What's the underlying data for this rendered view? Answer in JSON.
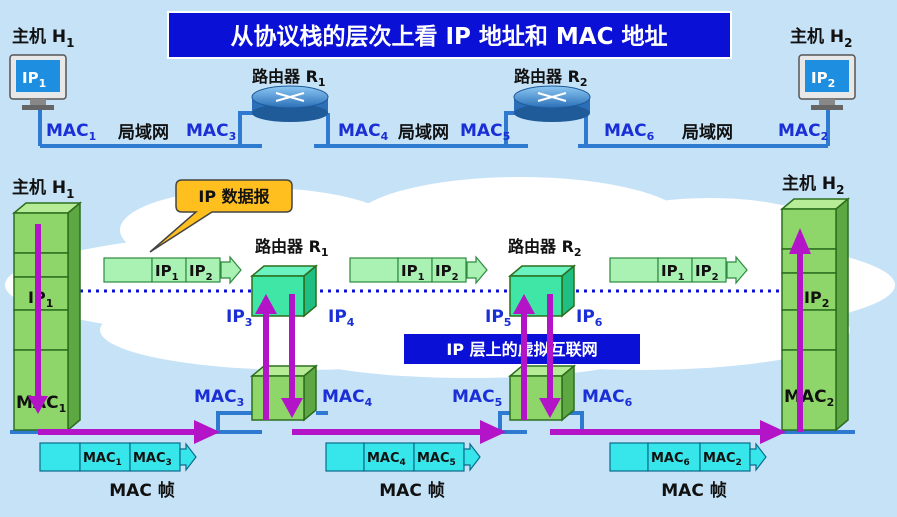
{
  "title": "从协议栈的层次上看 IP 地址和 MAC 地址",
  "top": {
    "host1": {
      "name": "主机 H",
      "sub": "1",
      "ip": "IP",
      "ip_sub": "1"
    },
    "host2": {
      "name": "主机 H",
      "sub": "2",
      "ip": "IP",
      "ip_sub": "2"
    },
    "router1": {
      "name": "路由器 R",
      "sub": "1"
    },
    "router2": {
      "name": "路由器 R",
      "sub": "2"
    },
    "lan": "局域网",
    "mac_prefix": "MAC",
    "mac_subs": {
      "m1": "1",
      "m3": "3",
      "m4": "4",
      "m5": "5",
      "m6": "6",
      "m2": "2"
    }
  },
  "bottom": {
    "host1": {
      "name": "主机 H",
      "sub": "1",
      "ip": "IP",
      "ip_sub": "1",
      "mac": "MAC",
      "mac_sub": "1"
    },
    "host2": {
      "name": "主机 H",
      "sub": "2",
      "ip": "IP",
      "ip_sub": "2",
      "mac": "MAC",
      "mac_sub": "2"
    },
    "router1": {
      "name": "路由器 R",
      "sub": "1"
    },
    "router2": {
      "name": "路由器 R",
      "sub": "2"
    },
    "ip_datagram_callout": "IP 数据报",
    "virtual_net": "IP 层上的虚拟互联网",
    "ip_labels": {
      "ip3": "3",
      "ip4": "4",
      "ip5": "5",
      "ip6": "6"
    },
    "packet": {
      "src": "1",
      "dst": "2"
    },
    "frames": [
      {
        "src": "1",
        "dst": "3"
      },
      {
        "src": "4",
        "dst": "5"
      },
      {
        "src": "6",
        "dst": "2"
      }
    ],
    "frame_label": "MAC 帧"
  },
  "colors": {
    "background": "#c5e2f7",
    "title_bg": "#0b10d6",
    "lan_line": "#2f7ad1",
    "text_blue": "#1a2fd6",
    "arrow": "#b414c8",
    "box_green": "#8fd66a",
    "packet_green": "#aaf2b3",
    "frame_cyan": "#37e6ea",
    "callout": "#ffbf1f"
  }
}
